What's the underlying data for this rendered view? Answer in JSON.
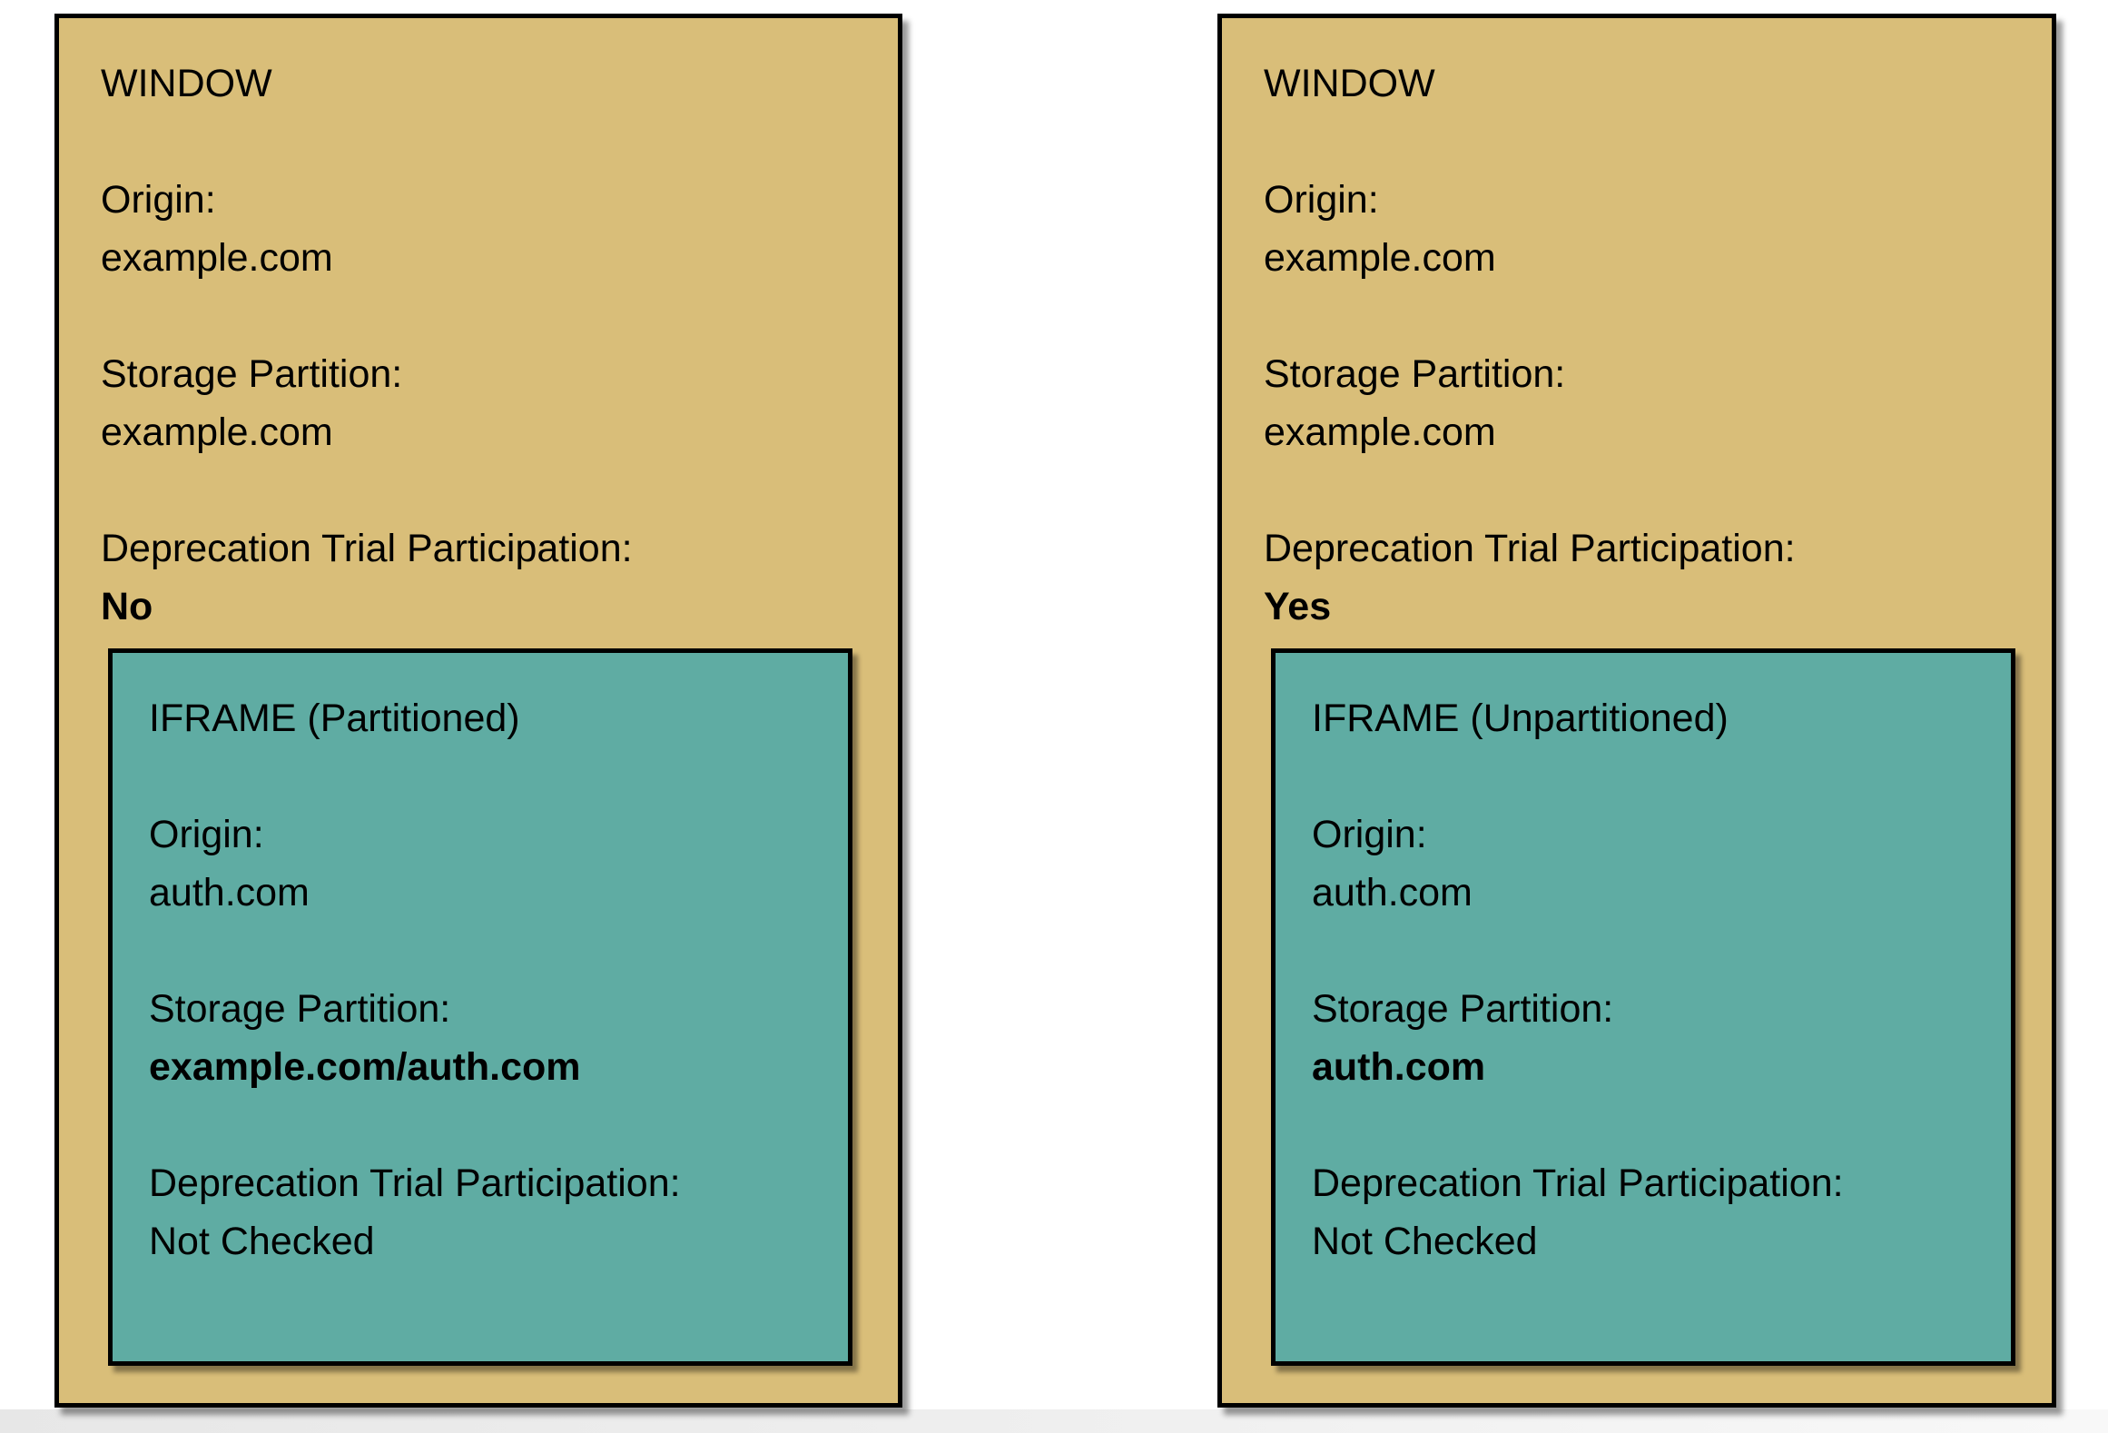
{
  "colors": {
    "window_bg": "#D9BE79",
    "iframe_bg": "#5FACA3",
    "border": "#000000",
    "page_bg": "#FFFFFF"
  },
  "windows": [
    {
      "title": "WINDOW",
      "fields": [
        {
          "label": "Origin:",
          "value": "example.com"
        },
        {
          "label": "Storage Partition:",
          "value": "example.com"
        },
        {
          "label": "Deprecation Trial Participation:",
          "value": "No"
        }
      ],
      "iframe": {
        "title": "IFRAME (Partitioned)",
        "fields": [
          {
            "label": "Origin:",
            "value": "auth.com"
          },
          {
            "label": "Storage Partition:",
            "value": "example.com/auth.com"
          },
          {
            "label": "Deprecation Trial Participation:",
            "value": "Not Checked"
          }
        ]
      }
    },
    {
      "title": "WINDOW",
      "fields": [
        {
          "label": "Origin:",
          "value": "example.com"
        },
        {
          "label": "Storage Partition:",
          "value": "example.com"
        },
        {
          "label": "Deprecation Trial Participation:",
          "value": "Yes"
        }
      ],
      "iframe": {
        "title": "IFRAME (Unpartitioned)",
        "fields": [
          {
            "label": "Origin:",
            "value": "auth.com"
          },
          {
            "label": "Storage Partition:",
            "value": "auth.com"
          },
          {
            "label": "Deprecation Trial Participation:",
            "value": "Not Checked"
          }
        ]
      }
    }
  ]
}
